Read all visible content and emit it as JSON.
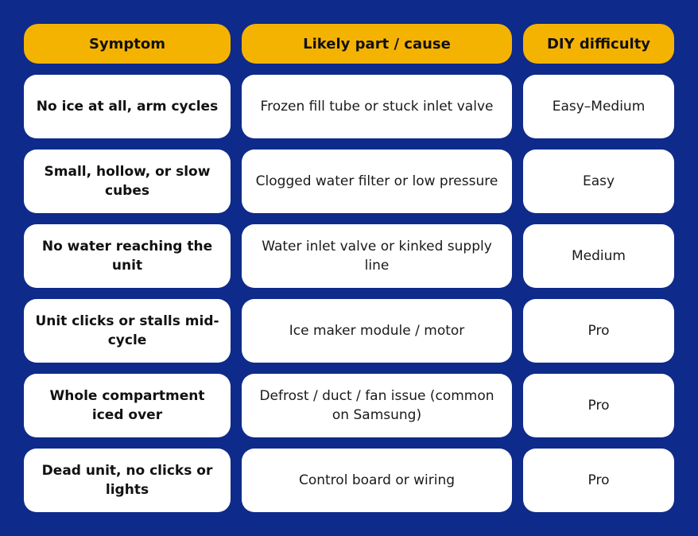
{
  "headers": {
    "symptom": "Symptom",
    "cause": "Likely part / cause",
    "difficulty": "DIY difficulty"
  },
  "rows": [
    {
      "symptom": "No ice at all, arm cycles",
      "cause": "Frozen fill tube or stuck inlet valve",
      "difficulty": "Easy–Medium"
    },
    {
      "symptom": "Small, hollow, or slow cubes",
      "cause": "Clogged water filter or low pressure",
      "difficulty": "Easy"
    },
    {
      "symptom": "No water reaching the unit",
      "cause": "Water inlet valve or kinked supply line",
      "difficulty": "Medium"
    },
    {
      "symptom": "Unit clicks or stalls mid-cycle",
      "cause": "Ice maker module / motor",
      "difficulty": "Pro"
    },
    {
      "symptom": "Whole compartment iced over",
      "cause": "Defrost / duct / fan issue (common on Samsung)",
      "difficulty": "Pro"
    },
    {
      "symptom": "Dead unit, no clicks or lights",
      "cause": "Control board or wiring",
      "difficulty": "Pro"
    }
  ],
  "colors": {
    "background": "#0e2a8a",
    "header": "#f5b301",
    "cell": "#ffffff"
  }
}
